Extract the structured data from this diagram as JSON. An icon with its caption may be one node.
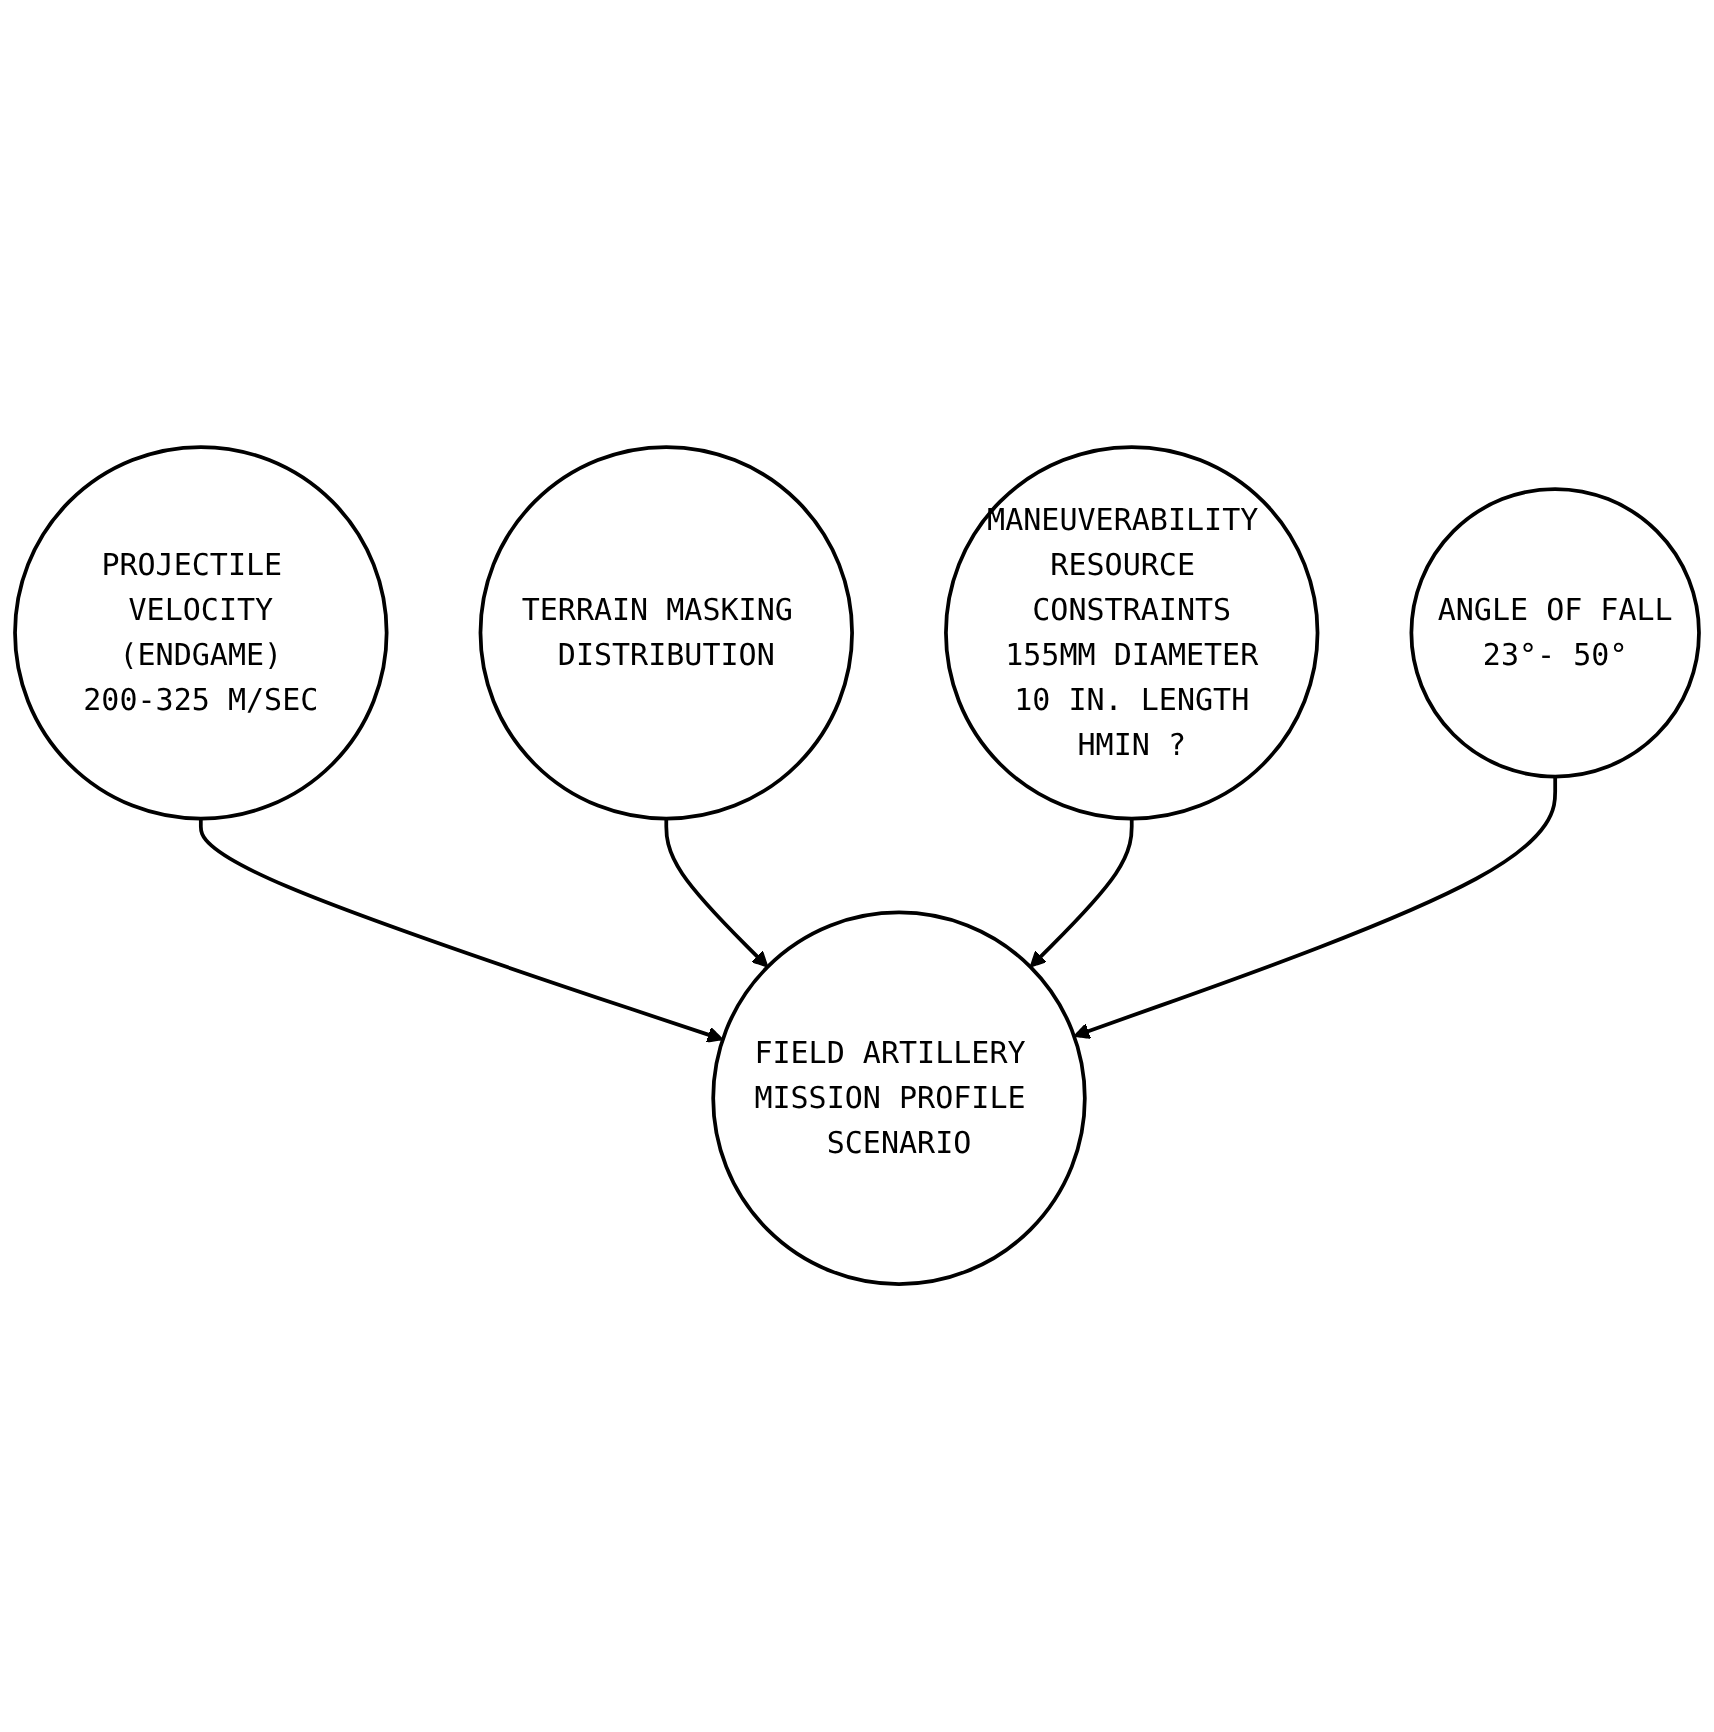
{
  "diagram": {
    "nodes": [
      {
        "text": [
          "PROJECTILE VELOCITY",
          "(ENDGAME)",
          "200-325 M/SEC"
        ]
      },
      {
        "text": [
          "TERRAIN MASKING DISTRIBUTION"
        ]
      },
      {
        "text": [
          "FIELD ARTILLERY MISSION PROFILE SCENARIO"
        ]
      },
      {
        "text": [
          "MANEUVERABILITY RESOURCE CONSTRAINTS",
          "155MM DIAMETER",
          "10 IN. LENGTH",
          "HMIN ?"
        ]
      },
      {
        "text": [
          "ANGLE OF FALL",
          "23°- 50°"
        ]
      }
    ],
    "edges": [
      {
        "from": 0,
        "to": 2,
        "arrow": "to"
      },
      {
        "from": 1,
        "to": 2,
        "arrow": "to"
      },
      {
        "from": 3,
        "to": 2,
        "arrow": "to"
      },
      {
        "from": 4,
        "to": 2,
        "arrow": "to"
      }
    ]
  }
}
